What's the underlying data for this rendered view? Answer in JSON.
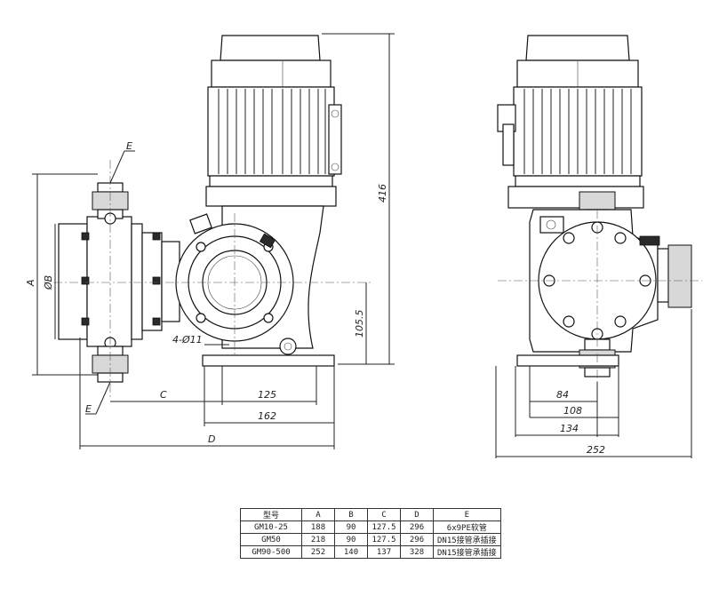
{
  "dimensions": {
    "height_total": "416",
    "shaft_height": "105.5",
    "dia_b": "ØB",
    "a": "A",
    "e_top": "E",
    "e_bottom": "E",
    "holes": "4-Ø11",
    "c": "C",
    "d": "D",
    "base_125": "125",
    "base_162": "162",
    "side_84": "84",
    "side_108": "108",
    "side_134": "134",
    "side_252": "252"
  },
  "spec_table": {
    "headers": [
      "型号",
      "A",
      "B",
      "C",
      "D",
      "E"
    ],
    "rows": [
      [
        "GM10-25",
        "188",
        "90",
        "127.5",
        "296",
        "6x9PE软管"
      ],
      [
        "GM50",
        "218",
        "90",
        "127.5",
        "296",
        "DN15接管承插接"
      ],
      [
        "GM90-500",
        "252",
        "140",
        "137",
        "328",
        "DN15接管承插接"
      ]
    ]
  }
}
